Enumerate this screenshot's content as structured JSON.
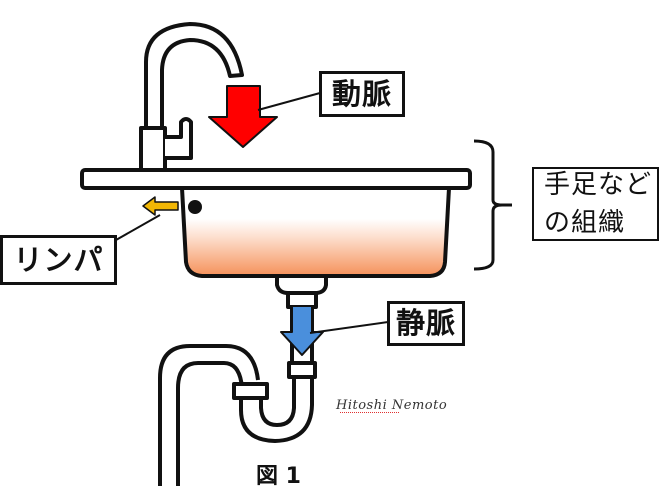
{
  "labels": {
    "artery": "動脈",
    "lymph": "リンパ",
    "vein": "静脈",
    "tissue_line1": "手足など",
    "tissue_line2": "の組織"
  },
  "caption": "図 1",
  "signature": "Hitoshi Nemoto",
  "colors": {
    "artery_arrow": "#ff0000",
    "vein_arrow": "#4a8fdc",
    "lymph_arrow": "#f2b705",
    "basin_gradient_top": "#ffffff",
    "basin_gradient_bottom": "#f5915a",
    "outline": "#111111"
  }
}
